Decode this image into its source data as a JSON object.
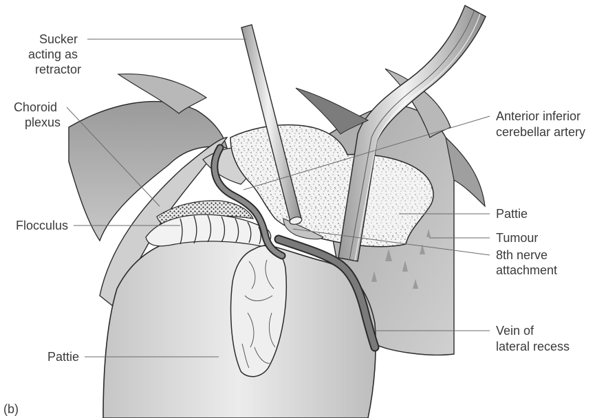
{
  "figure_tag": "(b)",
  "labels": {
    "sucker": [
      "Sucker",
      "acting as",
      "retractor"
    ],
    "choroid": [
      "Choroid",
      "plexus"
    ],
    "flocculus": [
      "Flocculus"
    ],
    "pattie_left": [
      "Pattie"
    ],
    "aica": [
      "Anterior inferior",
      "cerebellar artery"
    ],
    "pattie_right": [
      "Pattie"
    ],
    "tumour": [
      "Tumour"
    ],
    "nerve8": [
      "8th nerve",
      "attachment"
    ],
    "vein": [
      "Vein of",
      "lateral recess"
    ]
  },
  "colors": {
    "outline": "#2a2a2a",
    "shade_dark": "#8c8c8c",
    "shade_mid": "#b4b4b4",
    "shade_light": "#d6d6d6",
    "shade_pale": "#ececec",
    "text": "#3a3a3a"
  }
}
